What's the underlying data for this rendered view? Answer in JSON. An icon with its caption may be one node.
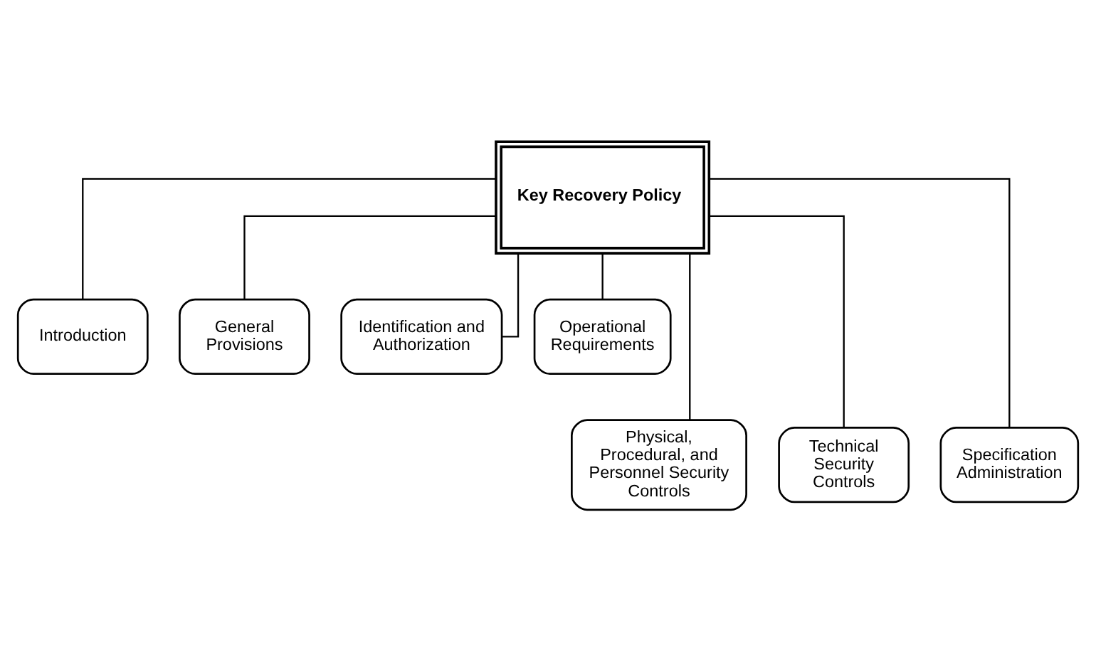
{
  "diagram": {
    "nodes": [
      {
        "text": [
          "Key Recovery Policy"
        ]
      },
      {
        "text": [
          "Introduction"
        ]
      },
      {
        "text": [
          "General Provisions"
        ]
      },
      {
        "text": [
          "Identification and Authorization"
        ]
      },
      {
        "text": [
          "Operational Requirements"
        ]
      },
      {
        "text": [
          "Physical, Procedural, and Personnel Security Controls"
        ]
      },
      {
        "text": [
          "Technical Security Controls"
        ]
      },
      {
        "text": [
          "Specification Administration"
        ]
      }
    ],
    "edges": [
      {
        "from": 0,
        "to": 1,
        "arrow": "none"
      },
      {
        "from": 0,
        "to": 2,
        "arrow": "none"
      },
      {
        "from": 0,
        "to": 3,
        "arrow": "none"
      },
      {
        "from": 0,
        "to": 4,
        "arrow": "none"
      },
      {
        "from": 0,
        "to": 5,
        "arrow": "none"
      },
      {
        "from": 0,
        "to": 6,
        "arrow": "none"
      },
      {
        "from": 0,
        "to": 7,
        "arrow": "none"
      }
    ]
  }
}
